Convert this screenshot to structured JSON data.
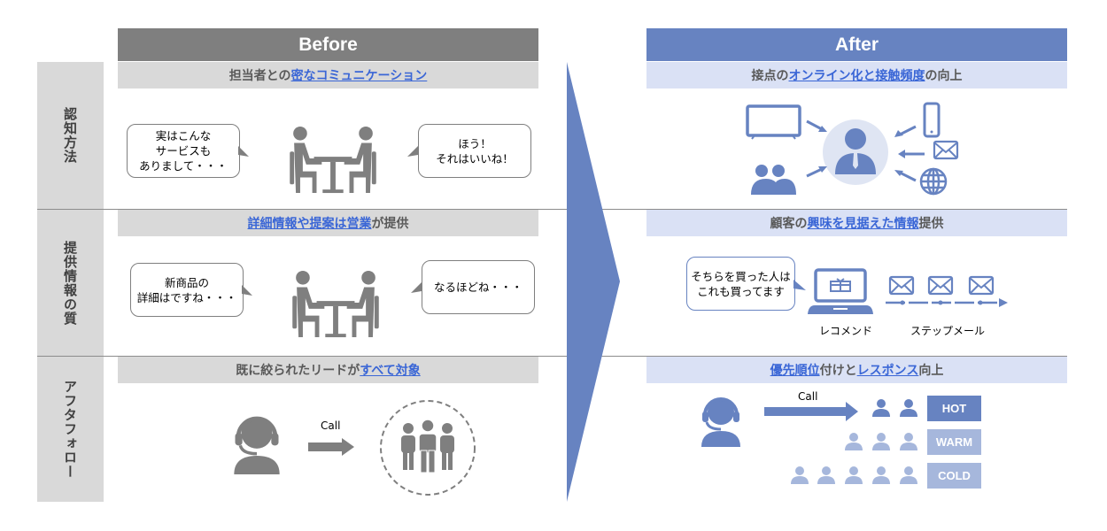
{
  "columns": {
    "before": "Before",
    "after": "After"
  },
  "rows": [
    {
      "label": "認知方法"
    },
    {
      "label": "提供情報の質"
    },
    {
      "label": "アフタフォロー"
    }
  ],
  "before": {
    "row1": {
      "heading": [
        {
          "t": "担当者との",
          "hl": false
        },
        {
          "t": "密なコミュニケーション",
          "hl": true
        }
      ],
      "bubble_left": "実はこんな\nサービスも\nありまして・・・",
      "bubble_right": "ほう！\nそれはいいね！"
    },
    "row2": {
      "heading": [
        {
          "t": "詳細情報や提案は営業",
          "hl": true
        },
        {
          "t": "が提供",
          "hl": false
        }
      ],
      "bubble_left": "新商品の\n詳細はですね・・・",
      "bubble_right": "なるほどね・・・"
    },
    "row3": {
      "heading": [
        {
          "t": "既に絞られたリードが",
          "hl": false
        },
        {
          "t": "すべて対象",
          "hl": true
        }
      ],
      "call": "Call"
    }
  },
  "after": {
    "row1": {
      "heading": [
        {
          "t": "接点の",
          "hl": false
        },
        {
          "t": "オンライン化と接触頻度",
          "hl": true
        },
        {
          "t": "の向上",
          "hl": false
        }
      ]
    },
    "row2": {
      "heading": [
        {
          "t": "顧客の",
          "hl": false
        },
        {
          "t": "興味を見据えた情報",
          "hl": true
        },
        {
          "t": "提供",
          "hl": false
        }
      ],
      "bubble": "そちらを買った人は\nこれも買ってます",
      "recommend": "レコメンド",
      "step_mail": "ステップメール"
    },
    "row3": {
      "heading": [
        {
          "t": "優先順位",
          "hl": true
        },
        {
          "t": "付けと",
          "hl": false
        },
        {
          "t": "レスポンス",
          "hl": true
        },
        {
          "t": "向上",
          "hl": false
        }
      ],
      "call": "Call",
      "tiers": [
        "HOT",
        "WARM",
        "COLD"
      ]
    }
  },
  "colors": {
    "gray": "#7f7f7f",
    "blue": "#6783c1",
    "light_blue": "#a6b7dc",
    "sub_gray": "#d9d9d9",
    "sub_blue": "#dae1f5",
    "highlight": "#3a66d6"
  }
}
